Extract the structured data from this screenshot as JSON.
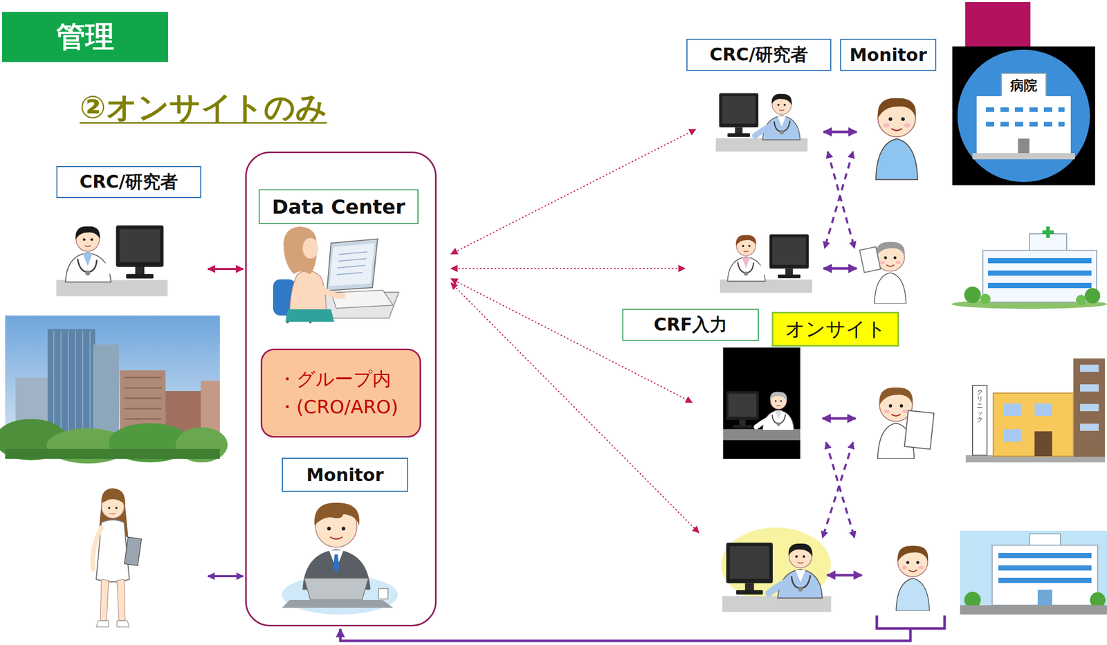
{
  "diagram": {
    "title": "②オンサイトのみ",
    "nodes": [
      {
        "text": [
          "管理"
        ]
      },
      {
        "text": [
          "CRC/研究者"
        ]
      },
      {
        "text": []
      },
      {
        "text": [
          "Data Center"
        ],
        "in": 2
      },
      {
        "text": [
          "・グループ内",
          "・(CRO/ARO)"
        ],
        "in": 2
      },
      {
        "text": [
          "Monitor"
        ],
        "in": 2
      },
      {
        "text": [
          "CRC/研究者"
        ]
      },
      {
        "text": [
          "Monitor"
        ]
      },
      {
        "text": [
          "CRF入力"
        ]
      },
      {
        "text": [
          "オンサイト"
        ]
      }
    ],
    "labels": [
      "病院",
      "クリニック"
    ]
  }
}
